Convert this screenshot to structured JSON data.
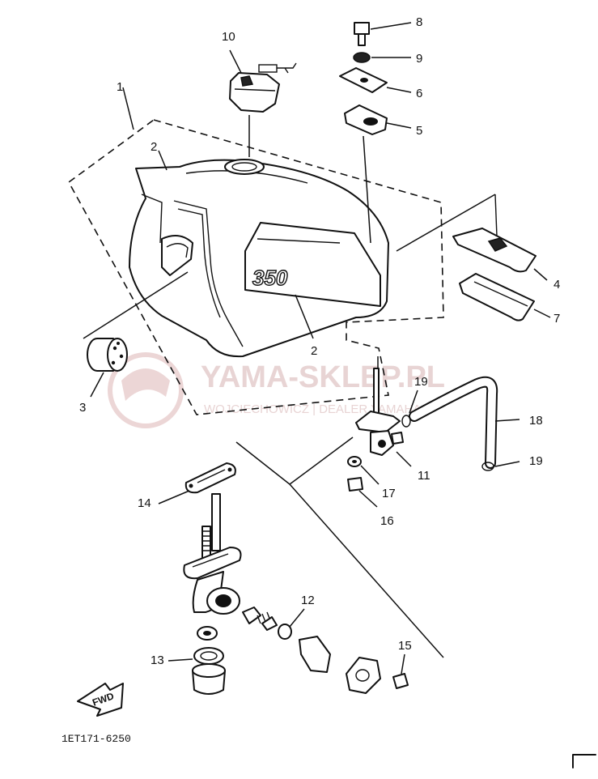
{
  "callouts": {
    "c1": "1",
    "c2a": "2",
    "c2b": "2",
    "c3": "3",
    "c4": "4",
    "c5": "5",
    "c6": "6",
    "c7": "7",
    "c8": "8",
    "c9": "9",
    "c10": "10",
    "c11": "11",
    "c12": "12",
    "c13": "13",
    "c14": "14",
    "c15": "15",
    "c16": "16",
    "c17": "17",
    "c18": "18",
    "c19a": "19",
    "c19b": "19"
  },
  "tank_badge": "350",
  "fwd_label": "FWD",
  "diagram_code": "1ET171-6250",
  "watermark": {
    "title": "YAMA-SKLEP.PL",
    "subtitle": "WOJCIECHOWICZ | DEALER YAMAHA",
    "color": "#e8d4d4"
  }
}
